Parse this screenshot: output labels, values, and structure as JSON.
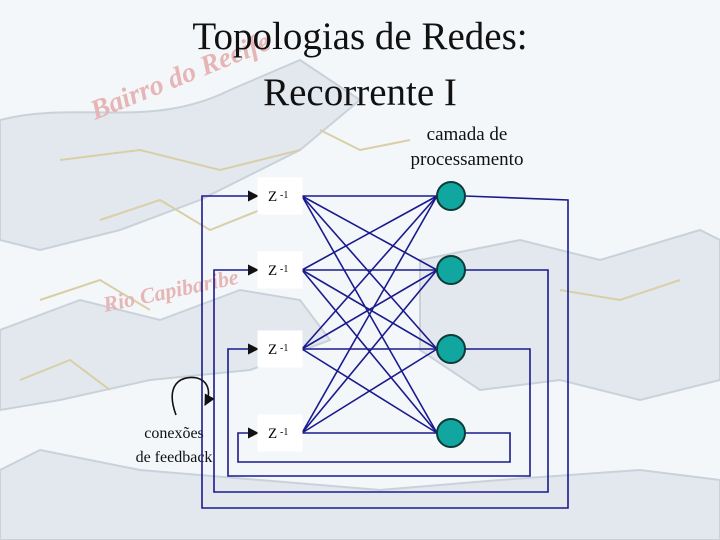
{
  "title": {
    "line1": "Topologias de Redes:",
    "line2": "Recorrente I"
  },
  "labels": {
    "processing_layer": [
      "camada de",
      "processamento"
    ],
    "feedback": [
      "conexões",
      "de feedback"
    ]
  },
  "delay_units": [
    {
      "symbol": "Z",
      "exponent": "-1"
    },
    {
      "symbol": "Z",
      "exponent": "-1"
    },
    {
      "symbol": "Z",
      "exponent": "-1"
    },
    {
      "symbol": "Z",
      "exponent": "-1"
    }
  ],
  "neurons": [
    {
      "id": 1
    },
    {
      "id": 2
    },
    {
      "id": 3
    },
    {
      "id": 4
    }
  ],
  "background_watermarks": [
    "Bairro do Recife",
    "Rio Capibaribe"
  ],
  "colors": {
    "connection": "#1a1a8c",
    "neuron_fill": "#12a6a0",
    "neuron_stroke": "#0c3b3a",
    "feedback_line": "#1a1a8c",
    "arrow": "#111111"
  }
}
